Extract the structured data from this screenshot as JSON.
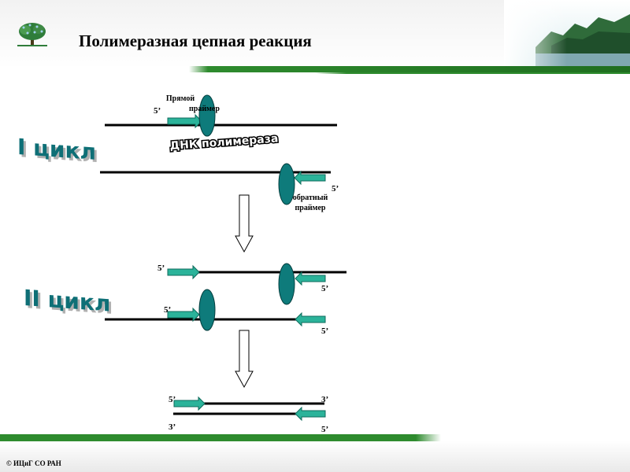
{
  "title": "Полимеразная цепная реакция",
  "footer": {
    "copyright": "© ИЦиГ СО РАН"
  },
  "cycles": {
    "cycle1": "I цикл",
    "cycle2": "II цикл"
  },
  "labels": {
    "forward_primer_line1": "Прямой",
    "forward_primer_line2": "праймер",
    "reverse_primer_line1": "обратный",
    "reverse_primer_line2": "праймер",
    "polymerase": "ДНК полимераза",
    "end_5": "5’",
    "end_3": "3’"
  },
  "colors": {
    "brand_green": "#2e8b2e",
    "primer_fill": "#2bb39a",
    "primer_stroke": "#0f6b5c",
    "polymerase_fill": "#0e7b7b",
    "polymerase_stroke": "#053f3f",
    "cycle_text": "#0e6f76"
  },
  "icons": {
    "logo": "tree-logo-icon",
    "header_image": "lake-forest-landscape-icon"
  }
}
